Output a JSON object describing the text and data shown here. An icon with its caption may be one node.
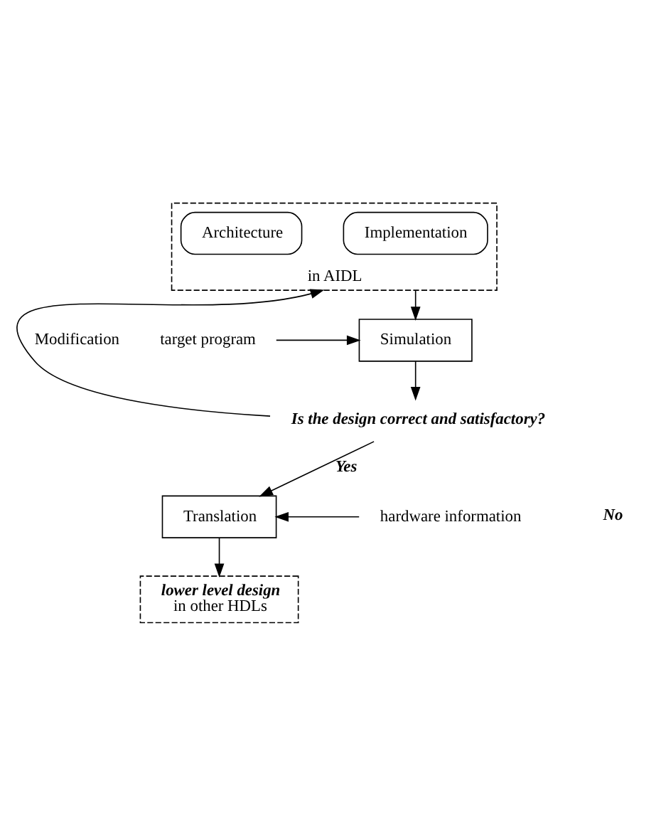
{
  "diagram": {
    "nodes": [
      {
        "text": [
          "in AIDL"
        ]
      },
      {
        "text": [
          "Implementation"
        ],
        "in": 0
      },
      {
        "text": [
          "Architecture"
        ],
        "in": 0
      },
      {
        "text": [
          "Simulation"
        ]
      },
      {
        "text": [
          "target program"
        ]
      },
      {
        "text": [
          "Is the design correct and satisfactory?"
        ]
      },
      {
        "text": [
          "Translation"
        ]
      },
      {
        "text": [
          "hardware information"
        ]
      },
      {
        "text": [
          "lower level design",
          "in other HDLs"
        ]
      }
    ],
    "edges": [
      {
        "from": 0,
        "to": 3,
        "arrow": "to"
      },
      {
        "from": 4,
        "to": 3,
        "arrow": "to"
      },
      {
        "from": 3,
        "to": 5,
        "arrow": "to"
      },
      {
        "from": 5,
        "to": 0,
        "arrow": "to",
        "label": "Modification"
      },
      {
        "from": 5,
        "to": 6,
        "arrow": "to",
        "label": "Yes"
      },
      {
        "from": 7,
        "to": 6,
        "arrow": "to"
      },
      {
        "from": 6,
        "to": 8,
        "arrow": "to"
      }
    ],
    "labels": [
      "No"
    ]
  }
}
